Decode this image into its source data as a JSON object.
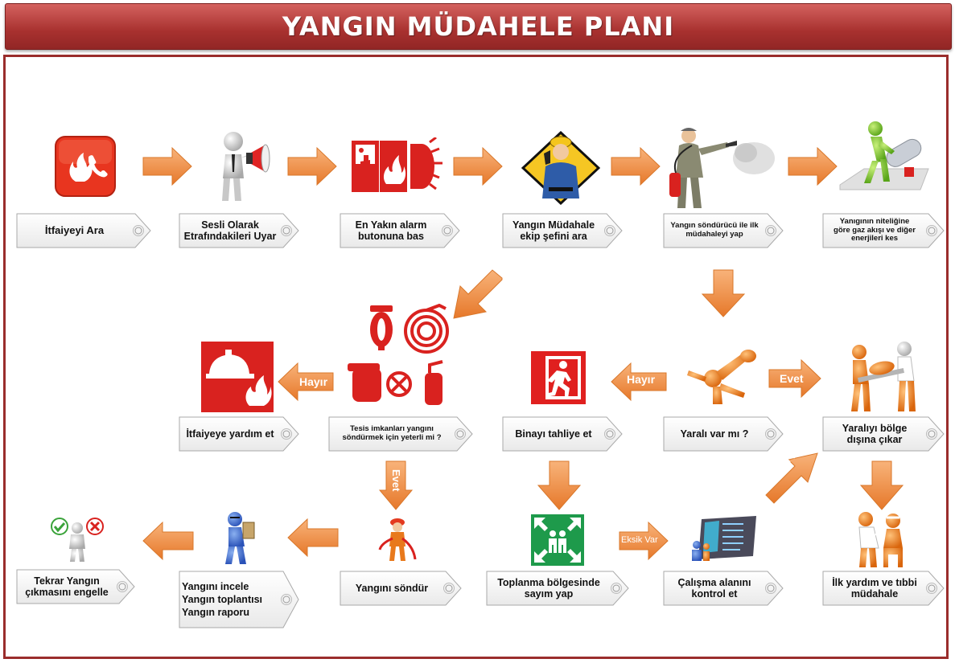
{
  "title": "YANGIN MÜDAHELE PLANI",
  "steps": {
    "itfaiye_ara": "İtfaiyeyi Ara",
    "uyar_1": "Sesli Olarak",
    "uyar_2": "Etrafındakileri Uyar",
    "alarm_1": "En Yakın alarm",
    "alarm_2": "butonuna bas",
    "sef_1": "Yangın Müdahale",
    "sef_2": "ekip şefini ara",
    "sondurucu_1": "Yangın söndürücü ile ilk",
    "sondurucu_2": "müdahaleyi yap",
    "enerji_1": "Yanıgının niteliğine",
    "enerji_2": "göre gaz akışı ve diğer",
    "enerji_3": "enerjileri kes",
    "itfaiye_yardim": "İtfaiyeye yardım et",
    "tesis_1": "Tesis imkanları yangını",
    "tesis_2": "söndürmek için yeterli mi ?",
    "tahliye": "Binayı tahliye et",
    "yarali": "Yaralı var mı ?",
    "bolge_1": "Yaralıyı bölge",
    "bolge_2": "dışına çıkar",
    "tekrar_1": "Tekrar Yangın",
    "tekrar_2": "çıkmasını engelle",
    "incele_1": "Yangını incele",
    "incele_2": "Yangın toplantısı",
    "incele_3": "Yangın raporu",
    "sondur": "Yangını söndür",
    "toplanma_1": "Toplanma bölgesinde",
    "toplanma_2": "sayım yap",
    "calisma_1": "Çalışma alanını",
    "calisma_2": "kontrol et",
    "ilkyardim_1": "İlk yardım ve tıbbi",
    "ilkyardim_2": "müdahale"
  },
  "arrow_labels": {
    "hayir_1": "Hayır",
    "hayir_2": "Hayır",
    "evet_1": "Evet",
    "evet_2": "Evet",
    "eksik_var": "Eksik Var",
    "yarali_var": "Yaralı var"
  },
  "colors": {
    "title_bg": "#a8312f",
    "frame": "#9a2d2c",
    "arrow": "#f0954a",
    "sign_red": "#d9221f",
    "sign_green": "#1e9a4b",
    "figure_orange": "#e8791c"
  },
  "icons": [
    "fire-phone-icon",
    "megaphone-person-icon",
    "fire-alarm-button-icon",
    "firefighter-phone-icon",
    "extinguisher-worker-icon",
    "gas-valve-icon",
    "fire-equipment-icon",
    "fire-helmet-sign-icon",
    "emergency-exit-icon",
    "question-figure-icon",
    "stretcher-icon",
    "check-cross-figure-icon",
    "inspector-icon",
    "firefighter-hose-icon",
    "assembly-point-icon",
    "checklist-icon",
    "first-aid-icon"
  ]
}
